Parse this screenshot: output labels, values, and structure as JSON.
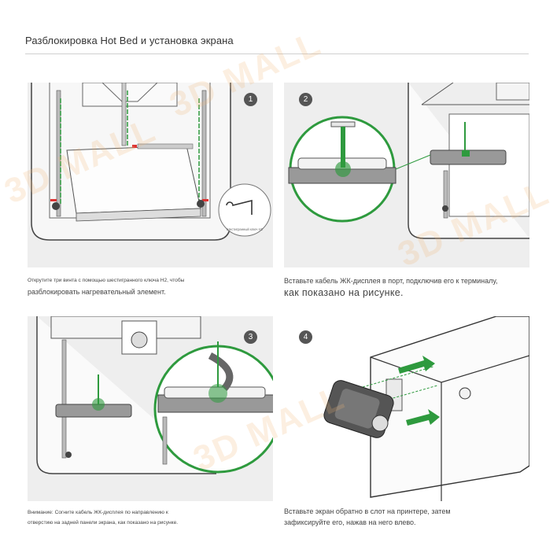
{
  "page": {
    "title": "Разблокировка Hot Bed и установка экрана"
  },
  "colors": {
    "accent_green": "#2e9a3e",
    "panel_bg": "#eeeeee",
    "badge": "#555555",
    "watermark": "#f2b878"
  },
  "steps": [
    {
      "number": "1",
      "caption_line1": "Открутите три винта с помощью шестигранного ключа H2, чтобы",
      "caption_line2": "разблокировать нагревательный элемент.",
      "tool_label": "Шестигранный ключ H2"
    },
    {
      "number": "2",
      "caption_line1": "Вставьте кабель ЖК-дисплея в порт, подключив его к терминалу,",
      "caption_line2": "как показано на рисунке."
    },
    {
      "number": "3",
      "caption_line1": "Внимание: Согните кабель ЖК-дисплея по направлению к",
      "caption_line2": "отверстию на задней панели экрана, как показано на рисунке."
    },
    {
      "number": "4",
      "caption_line1": "Вставьте экран обратно в слот на принтере, затем",
      "caption_line2": "зафиксируйте его, нажав на него влево."
    }
  ],
  "watermark_text": "3D MALL"
}
